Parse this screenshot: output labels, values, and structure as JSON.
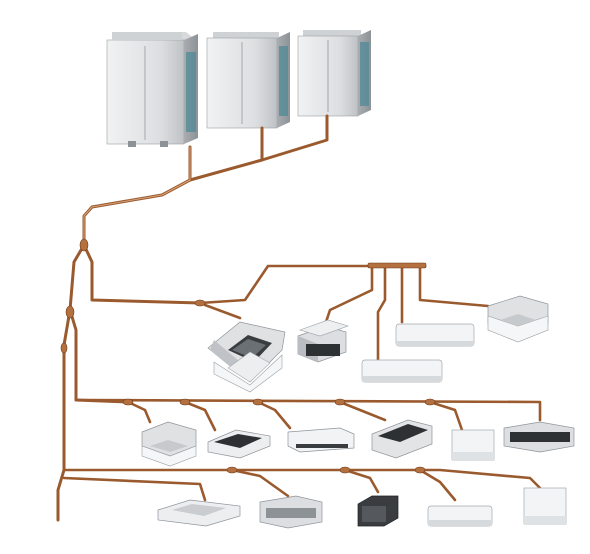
{
  "diagram": {
    "outdoor_units": [
      {
        "name": "outdoor-unit-1"
      },
      {
        "name": "outdoor-unit-2"
      },
      {
        "name": "outdoor-unit-3"
      }
    ],
    "indoor_units": {
      "branch_1": [
        "ceiling-cassette",
        "ducted",
        "wall-mounted",
        "wall-mounted",
        "four-way-cassette"
      ],
      "branch_2": [
        "cassette",
        "slim-cassette",
        "ceiling-suspended",
        "slim-duct",
        "floor-standing",
        "ceiling-duct"
      ],
      "branch_3": [
        "ceiling-suspended",
        "slim-duct",
        "compact-duct",
        "wall-mounted",
        "floor-standing"
      ]
    },
    "colors": {
      "pipe": "#b5703f",
      "pipe_dark": "#8a4a22",
      "unit_body": "#e3e4e6",
      "unit_shade": "#b9bcc0",
      "unit_dark": "#3a3d40",
      "coil": "#4f8a95"
    }
  }
}
